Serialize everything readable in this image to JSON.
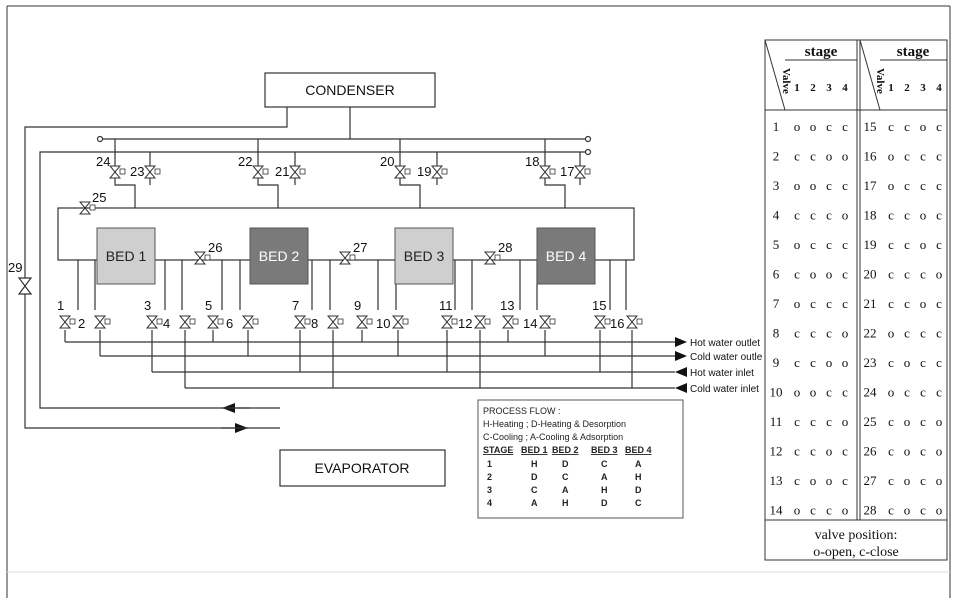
{
  "diagram": {
    "condenser": "CONDENSER",
    "evaporator": "EVAPORATOR",
    "beds": [
      {
        "label": "BED 1",
        "fill": "#cfcfcf",
        "text": "#222222"
      },
      {
        "label": "BED 2",
        "fill": "#7a7a7a",
        "text": "#ffffff"
      },
      {
        "label": "BED 3",
        "fill": "#cfcfcf",
        "text": "#222222"
      },
      {
        "label": "BED 4",
        "fill": "#7a7a7a",
        "text": "#ffffff"
      }
    ],
    "water_lines": [
      "Hot water outlet",
      "Cold water outle",
      "Hot water inlet",
      "Cold water inlet"
    ],
    "valves_top": [
      "24",
      "23",
      "22",
      "21",
      "20",
      "19",
      "18",
      "17"
    ],
    "valves_mid": [
      "25",
      "26",
      "27",
      "28"
    ],
    "valves_bottom": [
      "1",
      "2",
      "3",
      "4",
      "5",
      "6",
      "7",
      "8",
      "9",
      "10",
      "11",
      "12",
      "13",
      "14",
      "15",
      "16"
    ],
    "valve_29": "29"
  },
  "process_flow": {
    "title": "PROCESS FLOW :",
    "line1": "H-Heating ; D-Heating & Desorption",
    "line2": "C-Cooling ; A-Cooling & Adsorption",
    "headers": [
      "STAGE",
      "BED 1",
      "BED 2",
      "BED 3",
      "BED 4"
    ],
    "rows": [
      [
        "1",
        "H",
        "D",
        "C",
        "A"
      ],
      [
        "2",
        "D",
        "C",
        "A",
        "H"
      ],
      [
        "3",
        "C",
        "A",
        "H",
        "D"
      ],
      [
        "4",
        "A",
        "H",
        "D",
        "C"
      ]
    ]
  },
  "valve_table": {
    "stage_header": "stage",
    "valve_header": "Valve",
    "stages": [
      "1",
      "2",
      "3",
      "4"
    ],
    "left": [
      {
        "valve": "1",
        "pos": [
          "o",
          "o",
          "c",
          "c"
        ]
      },
      {
        "valve": "2",
        "pos": [
          "c",
          "c",
          "o",
          "o"
        ]
      },
      {
        "valve": "3",
        "pos": [
          "o",
          "o",
          "c",
          "c"
        ]
      },
      {
        "valve": "4",
        "pos": [
          "c",
          "c",
          "c",
          "o"
        ]
      },
      {
        "valve": "5",
        "pos": [
          "o",
          "c",
          "c",
          "c"
        ]
      },
      {
        "valve": "6",
        "pos": [
          "c",
          "o",
          "o",
          "c"
        ]
      },
      {
        "valve": "7",
        "pos": [
          "o",
          "c",
          "c",
          "c"
        ]
      },
      {
        "valve": "8",
        "pos": [
          "c",
          "c",
          "c",
          "o"
        ]
      },
      {
        "valve": "9",
        "pos": [
          "c",
          "c",
          "o",
          "o"
        ]
      },
      {
        "valve": "10",
        "pos": [
          "o",
          "o",
          "c",
          "c"
        ]
      },
      {
        "valve": "11",
        "pos": [
          "c",
          "c",
          "c",
          "o"
        ]
      },
      {
        "valve": "12",
        "pos": [
          "c",
          "c",
          "o",
          "c"
        ]
      },
      {
        "valve": "13",
        "pos": [
          "c",
          "o",
          "o",
          "c"
        ]
      },
      {
        "valve": "14",
        "pos": [
          "o",
          "c",
          "c",
          "o"
        ]
      }
    ],
    "right": [
      {
        "valve": "15",
        "pos": [
          "c",
          "c",
          "o",
          "c"
        ]
      },
      {
        "valve": "16",
        "pos": [
          "o",
          "c",
          "c",
          "c"
        ]
      },
      {
        "valve": "17",
        "pos": [
          "o",
          "c",
          "c",
          "c"
        ]
      },
      {
        "valve": "18",
        "pos": [
          "c",
          "c",
          "o",
          "c"
        ]
      },
      {
        "valve": "19",
        "pos": [
          "c",
          "c",
          "o",
          "c"
        ]
      },
      {
        "valve": "20",
        "pos": [
          "c",
          "c",
          "c",
          "o"
        ]
      },
      {
        "valve": "21",
        "pos": [
          "c",
          "c",
          "o",
          "c"
        ]
      },
      {
        "valve": "22",
        "pos": [
          "o",
          "c",
          "c",
          "c"
        ]
      },
      {
        "valve": "23",
        "pos": [
          "c",
          "o",
          "c",
          "c"
        ]
      },
      {
        "valve": "24",
        "pos": [
          "o",
          "c",
          "c",
          "c"
        ]
      },
      {
        "valve": "25",
        "pos": [
          "c",
          "o",
          "c",
          "o"
        ]
      },
      {
        "valve": "26",
        "pos": [
          "c",
          "o",
          "c",
          "o"
        ]
      },
      {
        "valve": "27",
        "pos": [
          "c",
          "o",
          "c",
          "o"
        ]
      },
      {
        "valve": "28",
        "pos": [
          "c",
          "o",
          "c",
          "o"
        ]
      }
    ],
    "footer_line1": "valve position:",
    "footer_line2": "o-open, c-close"
  }
}
